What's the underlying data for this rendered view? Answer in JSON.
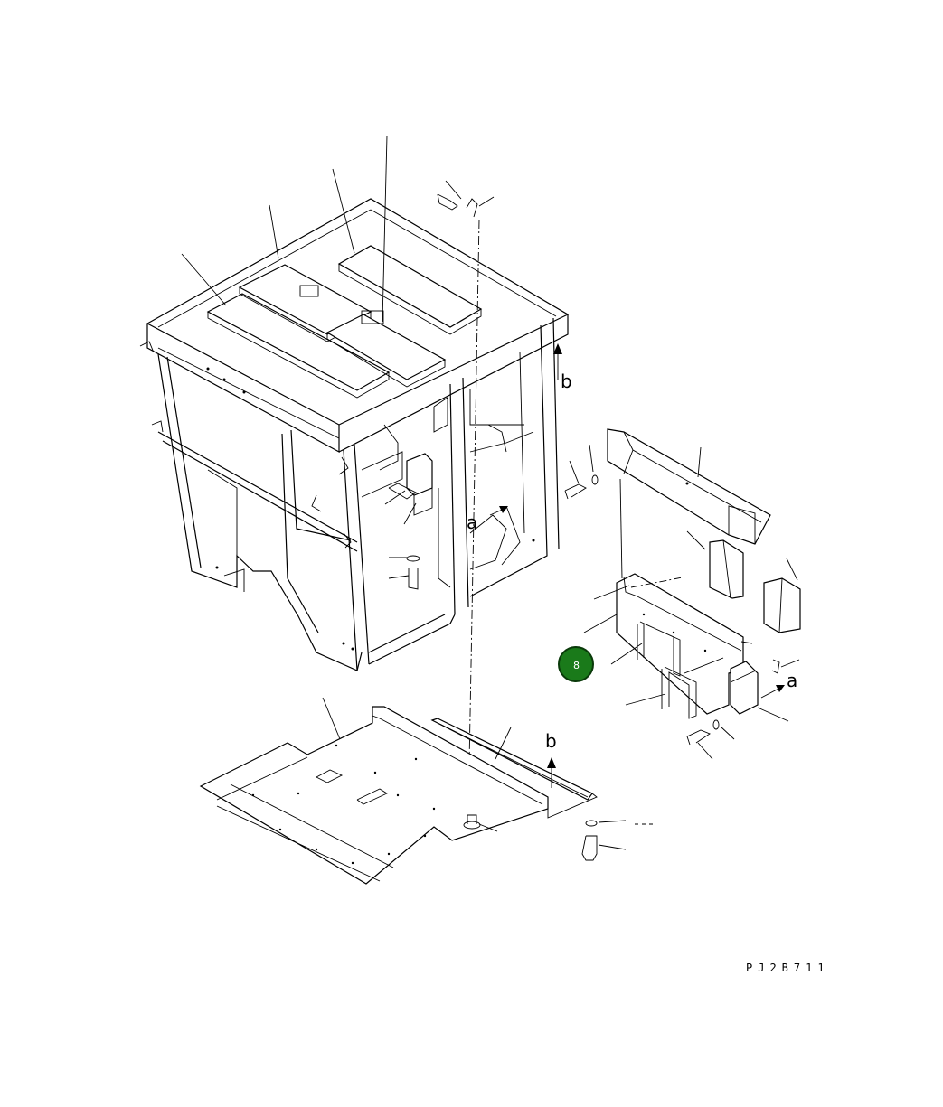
{
  "drawing_code": "PJ2B711",
  "ref_labels": {
    "a_upper": "a",
    "b_upper": "b",
    "a_lower": "a",
    "b_lower": "b"
  },
  "callout_badge": {
    "label": "8",
    "fill_color": "#1a7a1a",
    "ring_color": "#0a3a0a"
  },
  "colors": {
    "line": "#000000",
    "background": "#ffffff"
  }
}
